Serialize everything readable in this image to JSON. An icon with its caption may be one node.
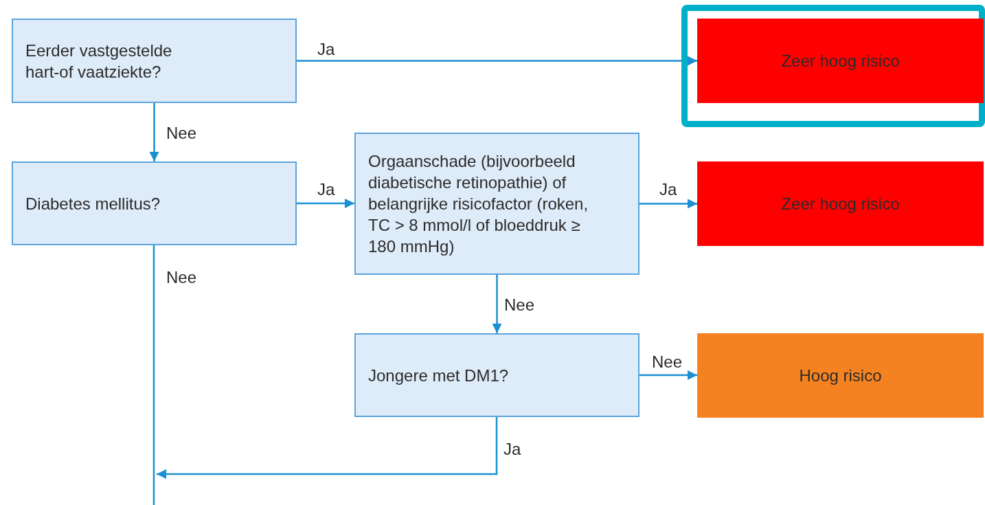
{
  "diagram": {
    "nodes": [
      {
        "text": [
          "Eerder vastgestelde hart-of vaatziekte?"
        ]
      },
      {
        "text": [
          "Zeer hoog risico"
        ]
      },
      {
        "text": [
          "Diabetes mellitus?"
        ]
      },
      {
        "text": [
          "Orgaanschade (bijvoorbeeld diabetische retinopathie) of belangrijke risicofactor (roken, TC > 8 mmol/l of bloeddruk ≥ 180 mmHg)"
        ]
      },
      {
        "text": [
          "Zeer hoog risico"
        ]
      },
      {
        "text": [
          "Jongere met DM1?"
        ]
      },
      {
        "text": [
          "Hoog risico"
        ]
      }
    ],
    "edges": [
      {
        "from": 0,
        "to": 1,
        "arrow": "to",
        "label": "Ja"
      },
      {
        "from": 0,
        "to": 2,
        "arrow": "to",
        "label": "Nee"
      },
      {
        "from": 2,
        "to": 3,
        "arrow": "to",
        "label": "Ja"
      },
      {
        "from": 3,
        "to": 4,
        "arrow": "to",
        "label": "Ja"
      },
      {
        "from": 3,
        "to": 5,
        "arrow": "to",
        "label": "Nee"
      },
      {
        "from": 5,
        "to": 6,
        "arrow": "to",
        "label": "Nee"
      },
      {
        "from": 2,
        "to": null,
        "arrow": "none",
        "label": "Nee"
      },
      {
        "from": 5,
        "to": null,
        "arrow": "to",
        "label": "Ja"
      }
    ]
  }
}
